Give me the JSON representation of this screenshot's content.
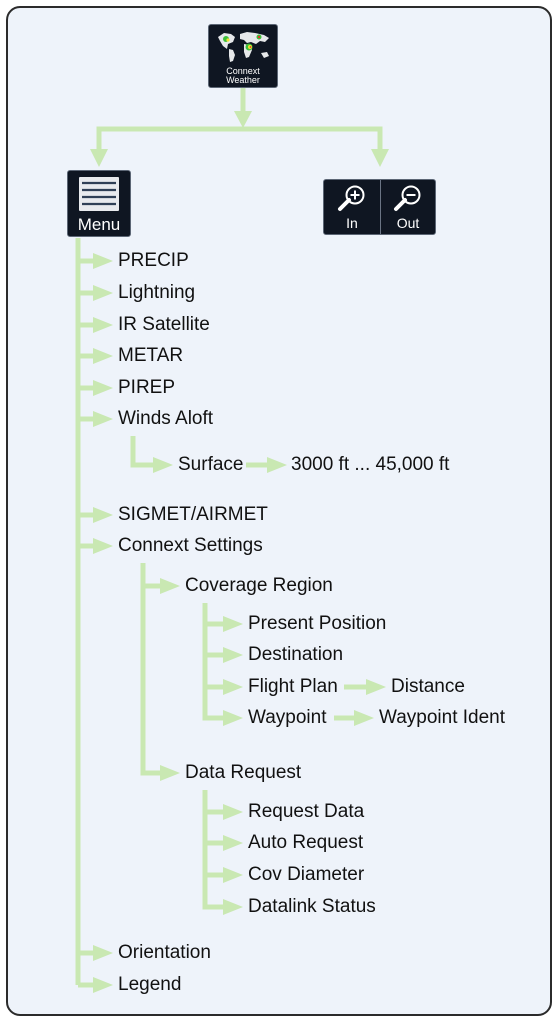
{
  "colors": {
    "connector": "#c9e8b2",
    "frame_border": "#2b2b2b",
    "frame_bg": "#eef3fa",
    "button_bg": "#0f1622"
  },
  "top_button": {
    "label_line1": "Connext",
    "label_line2": "Weather",
    "icon": "world-map-weather-icon"
  },
  "menu_button": {
    "label": "Menu",
    "icon": "list-icon"
  },
  "zoom_buttons": {
    "in_label": "In",
    "out_label": "Out",
    "in_icon": "zoom-in-icon",
    "out_icon": "zoom-out-icon"
  },
  "menu_items": {
    "precip": "PRECIP",
    "lightning": "Lightning",
    "ir_satellite": "IR Satellite",
    "metar": "METAR",
    "pirep": "PIREP",
    "winds_aloft": "Winds Aloft",
    "sigmet_airmet": "SIGMET/AIRMET",
    "connext_settings": "Connext Settings",
    "orientation": "Orientation",
    "legend": "Legend"
  },
  "winds_aloft": {
    "surface": "Surface",
    "altitudes": "3000 ft ... 45,000 ft"
  },
  "connext_settings": {
    "coverage_region": "Coverage Region",
    "data_request": "Data Request"
  },
  "coverage_region": {
    "present_position": "Present Position",
    "destination": "Destination",
    "flight_plan": "Flight Plan",
    "flight_plan_distance": "Distance",
    "waypoint": "Waypoint",
    "waypoint_ident": "Waypoint Ident"
  },
  "data_request": {
    "request_data": "Request Data",
    "auto_request": "Auto Request",
    "cov_diameter": "Cov Diameter",
    "datalink_status": "Datalink Status"
  }
}
